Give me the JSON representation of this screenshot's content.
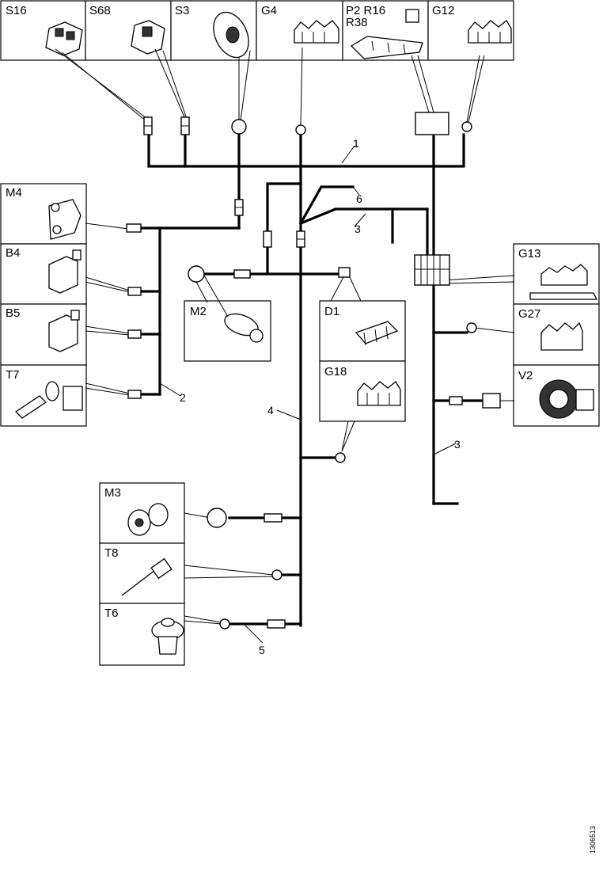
{
  "components": {
    "s16": "S16",
    "s68": "S68",
    "s3": "S3",
    "g4": "G4",
    "p2": "P2 R16",
    "r38": "R38",
    "g12": "G12",
    "m4": "M4",
    "b4": "B4",
    "b5": "B5",
    "t7": "T7",
    "m2": "M2",
    "d1": "D1",
    "g18": "G18",
    "g13": "G13",
    "g27": "G27",
    "v2": "V2",
    "m3": "M3",
    "t8": "T8",
    "t6": "T6"
  },
  "harness_numbers": {
    "n1": "1",
    "n2": "2",
    "n3a": "3",
    "n3b": "3",
    "n4": "4",
    "n5": "5",
    "n6": "6"
  },
  "reference": "1306513"
}
